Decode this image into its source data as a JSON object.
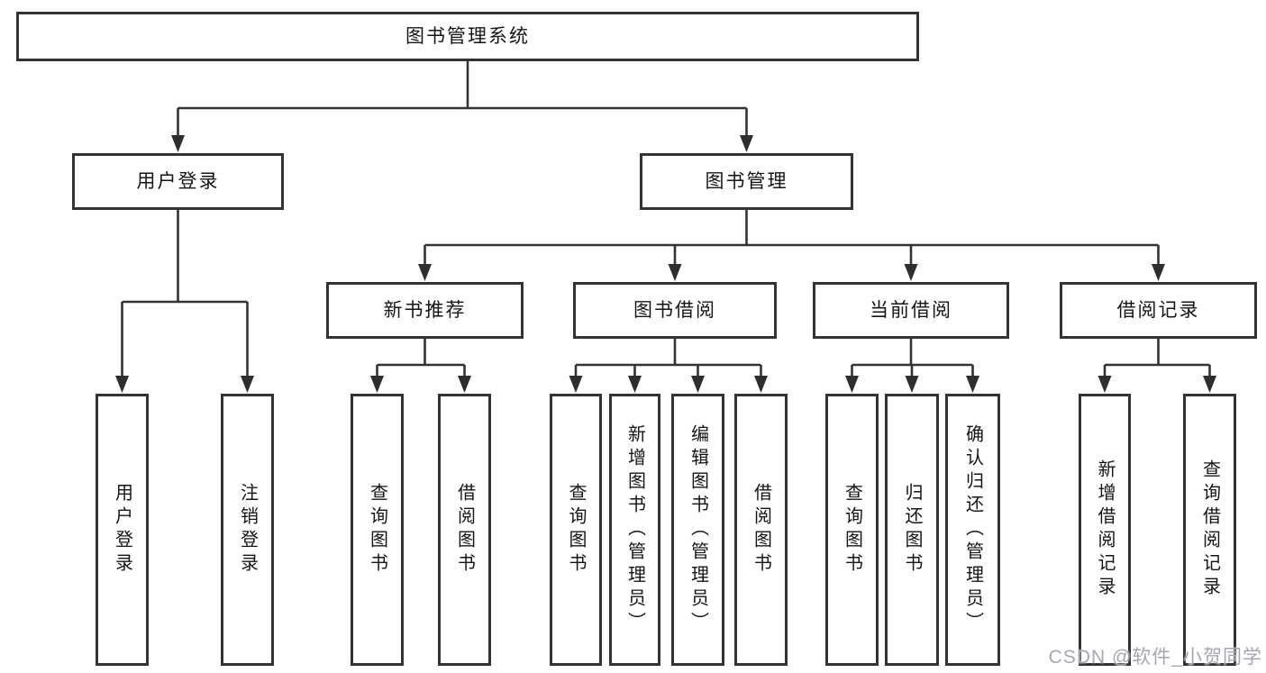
{
  "colors": {
    "line": "#333333",
    "node_border": "#333333",
    "node_text": "#151515",
    "background": "#ffffff",
    "watermark_text_color": "#a6a6b1"
  },
  "tree": {
    "root": {
      "label": "图书管理系统"
    },
    "level2": [
      {
        "label": "用户登录",
        "children": [
          {
            "label": "用户登录"
          },
          {
            "label": "注销登录"
          }
        ]
      },
      {
        "label": "图书管理",
        "children": [
          {
            "label": "新书推荐",
            "children": [
              {
                "label": "查询图书"
              },
              {
                "label": "借阅图书"
              }
            ]
          },
          {
            "label": "图书借阅",
            "children": [
              {
                "label": "查询图书"
              },
              {
                "label": "新增图书（管理员）"
              },
              {
                "label": "编辑图书（管理员）"
              },
              {
                "label": "借阅图书"
              }
            ]
          },
          {
            "label": "当前借阅",
            "children": [
              {
                "label": "查询图书"
              },
              {
                "label": "归还图书"
              },
              {
                "label": "确认归还（管理员）"
              }
            ]
          },
          {
            "label": "借阅记录",
            "children": [
              {
                "label": "新增借阅记录"
              },
              {
                "label": "查询借阅记录"
              }
            ]
          }
        ]
      }
    ]
  },
  "watermark": {
    "text": "CSDN @软件_小贺同学"
  }
}
